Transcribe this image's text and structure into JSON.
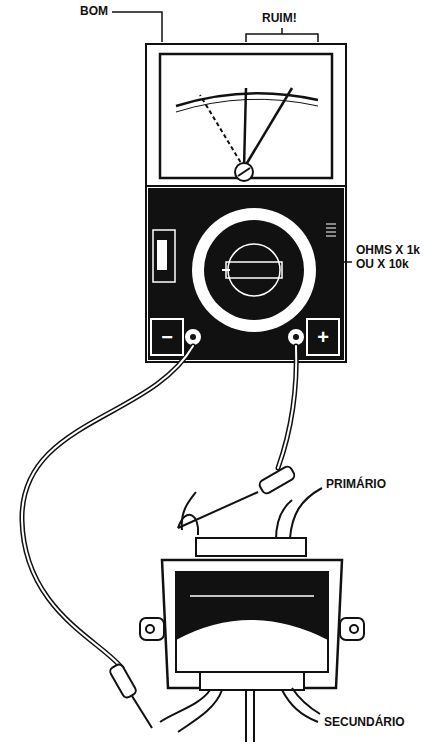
{
  "diagram": {
    "nodes": [
      {
        "text": [
          "−"
        ]
      },
      {
        "text": [
          "+"
        ]
      }
    ],
    "labels": [
      "BOM",
      "RUIM!",
      "OHMS X 1k OU X 10k",
      "PRIMÁRIO",
      "SECUNDÁRIO"
    ]
  }
}
